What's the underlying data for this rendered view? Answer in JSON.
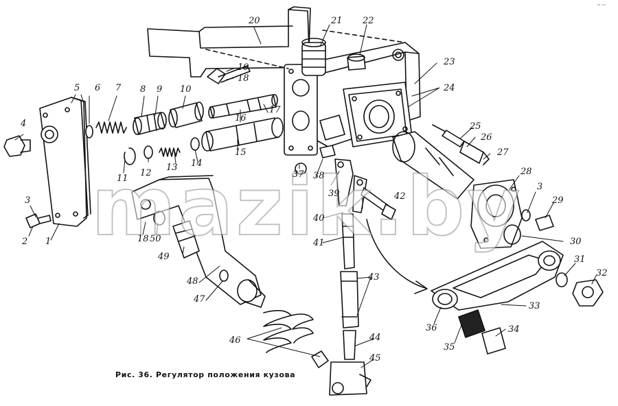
{
  "caption": "Рис. 36. Регулятор положения кузова",
  "watermark": "mazik.by",
  "corner_mark": "ᵃᴿ ⁿⁿⁿ",
  "parts": {
    "p1": "1",
    "p2": "2",
    "p3": "3",
    "p3b": "3",
    "p4": "4",
    "p5": "5",
    "p6": "6",
    "p7": "7",
    "p8": "8",
    "p9": "9",
    "p10": "10",
    "p11": "11",
    "p12": "12",
    "p13": "13",
    "p14": "14",
    "p15": "15",
    "p16": "16",
    "p17": "17",
    "p18": "18",
    "p18b": "18",
    "p19": "19",
    "p20": "20",
    "p21": "21",
    "p22": "22",
    "p23": "23",
    "p24": "24",
    "p25": "25",
    "p26": "26",
    "p27": "27",
    "p28": "28",
    "p29": "29",
    "p30": "30",
    "p31": "31",
    "p32": "32",
    "p33": "33",
    "p34": "34",
    "p35": "35",
    "p36": "36",
    "p37": "37",
    "p38": "38",
    "p39": "39",
    "p40": "40",
    "p41": "41",
    "p42": "42",
    "p43": "43",
    "p44": "44",
    "p45": "45",
    "p46": "46",
    "p47": "47",
    "p48": "48",
    "p49": "49",
    "p50": "50"
  }
}
